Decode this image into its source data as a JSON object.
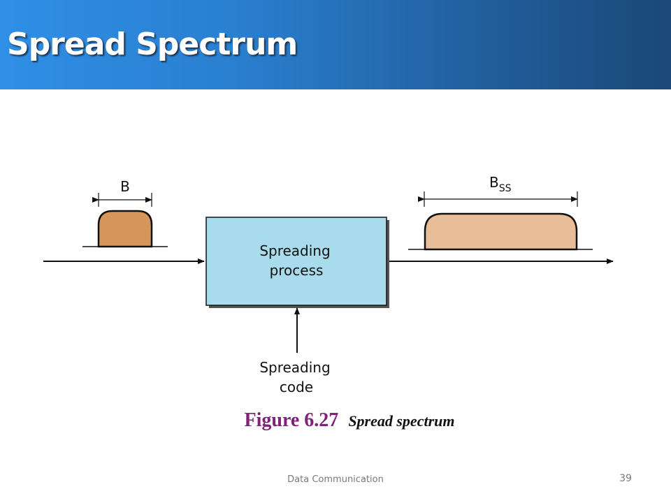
{
  "slide": {
    "title": "Spread Spectrum",
    "footer": "Data Communication",
    "page_number": "39"
  },
  "diagram": {
    "input_bandwidth_label": "B",
    "output_bandwidth_label_main": "B",
    "output_bandwidth_label_sub": "SS",
    "process_label_line1": "Spreading",
    "process_label_line2": "process",
    "code_label_line1": "Spreading",
    "code_label_line2": "code"
  },
  "figure": {
    "number": "Figure 6.27",
    "caption": "Spread spectrum"
  },
  "colors": {
    "header_start": "#2f8fe6",
    "header_end": "#1a4878",
    "process_box": "#a8dcec",
    "narrow_spectrum": "#d6955a",
    "spread_spectrum": "#e8be98",
    "figure_number": "#80227a"
  }
}
